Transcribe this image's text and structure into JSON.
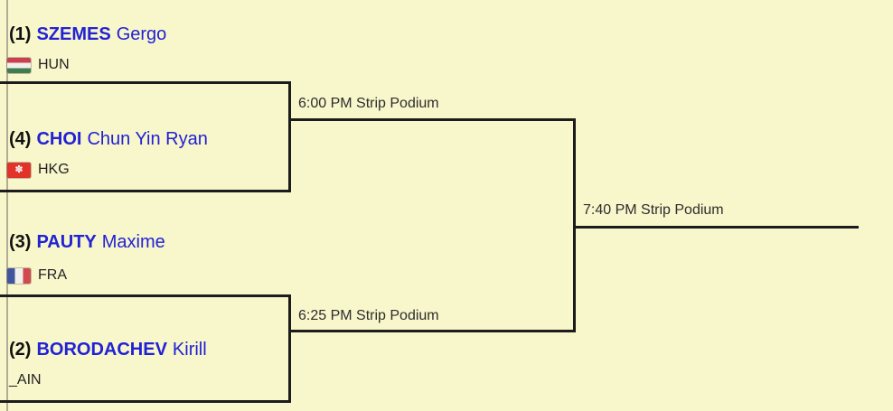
{
  "page": {
    "background_color": "#f8f6cb"
  },
  "colors": {
    "bracket_line": "#1c1c1c",
    "player_name_blue": "#2121d6",
    "seed_black": "#111111",
    "left_border_tan": "#b3ab97",
    "flag_hun": [
      "#c9404e",
      "#f2f0ea",
      "#3f7d51"
    ],
    "flag_fra": [
      "#41559e",
      "#f2f0ea",
      "#d04a50"
    ],
    "flag_hkg": "#e23329"
  },
  "icons": {
    "hkg_flower": "✽"
  },
  "bracket": {
    "players": [
      {
        "seed": "(1)",
        "last_name": "SZEMES",
        "first_name": "Gergo",
        "country": "HUN"
      },
      {
        "seed": "(4)",
        "last_name": "CHOI",
        "first_name": "Chun Yin Ryan",
        "country": "HKG"
      },
      {
        "seed": "(3)",
        "last_name": "PAUTY",
        "first_name": "Maxime",
        "country": "FRA"
      },
      {
        "seed": "(2)",
        "last_name": "BORODACHEV",
        "first_name": "Kirill",
        "country": "_AIN"
      }
    ],
    "matches": [
      {
        "schedule": "6:00 PM Strip Podium"
      },
      {
        "schedule": "6:25 PM Strip Podium"
      },
      {
        "schedule": "7:40 PM Strip Podium"
      }
    ]
  }
}
